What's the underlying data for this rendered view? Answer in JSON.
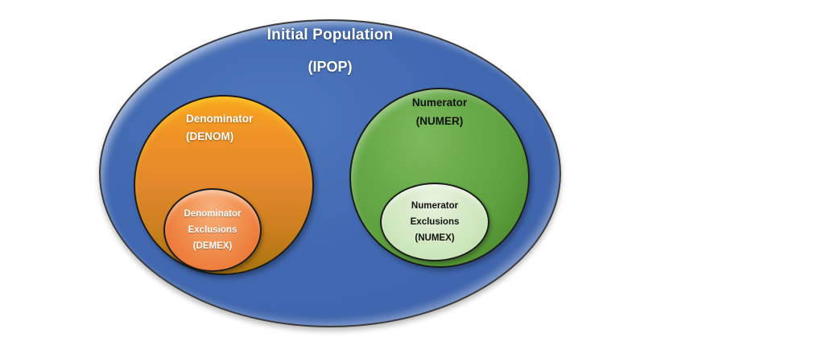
{
  "diagram": {
    "title": {
      "line1": "Initial Population",
      "line2": "(IPOP)"
    },
    "denominator": {
      "name": "Denominator",
      "code": "(DENOM)"
    },
    "denominator_exclusions": {
      "name_line1": "Denominator",
      "name_line2": "Exclusions",
      "code": "(DEMEX)"
    },
    "numerator": {
      "name": "Numerator",
      "code": "(NUMER)"
    },
    "numerator_exclusions": {
      "name_line1": "Numerator",
      "name_line2": "Exclusions",
      "code": "(NUMEX)"
    },
    "colors": {
      "ipop_fill": "#3F66AE",
      "denom_fill_top": "#F9A61F",
      "denom_fill_bottom": "#A8740E",
      "demex_fill": "#ED7D3B",
      "numer_fill": "#5EA23F",
      "numex_fill": "#CDE6BC",
      "outline": "#1C1C1C",
      "light_text": "#FFFFFF",
      "dark_text": "#111111"
    }
  }
}
